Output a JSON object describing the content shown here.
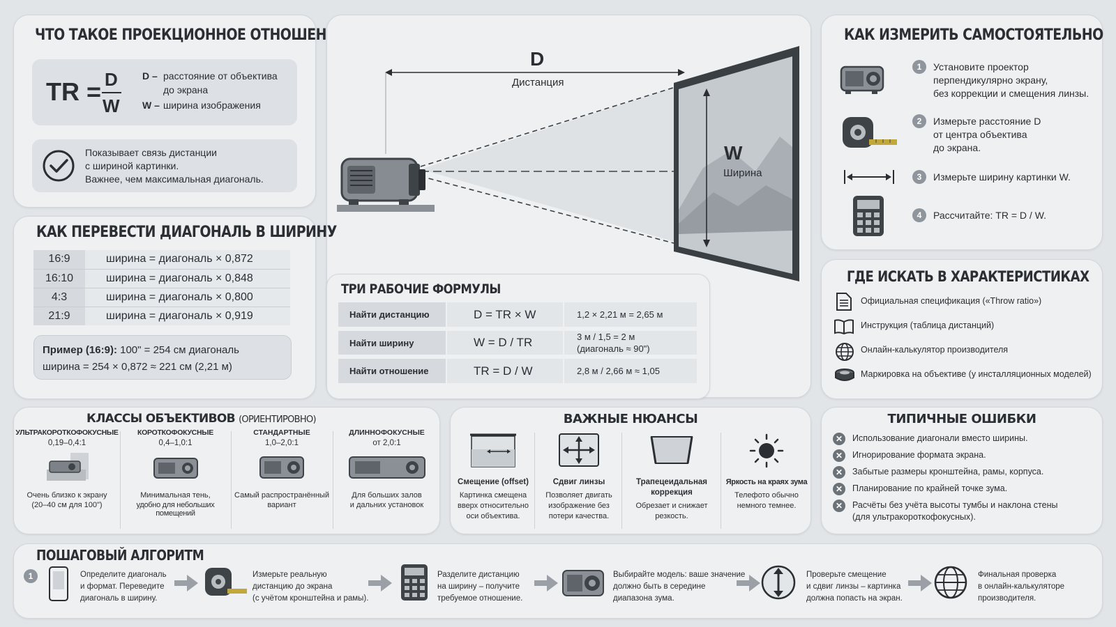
{
  "tr_def": {
    "title": "ЧТО ТАКОЕ ПРОЕКЦИОННОЕ ОТНОШЕНИЕ",
    "formula_lhs": "TR =",
    "formula_num": "D",
    "formula_den": "W",
    "d_def_key": "D –",
    "d_def_text": "расстояние от объектива",
    "d_def_text2": "до экрана",
    "w_def_key": "W –",
    "w_def_text": "ширина изображения",
    "note1": "Показывает связь дистанции",
    "note2": "с шириной картинки.",
    "note3": "Важнее, чем максимальная диагональ."
  },
  "diagram": {
    "d_label": "D",
    "d_caption": "Дистанция",
    "w_label": "W",
    "w_caption": "Ширина"
  },
  "measure": {
    "title": "КАК ИЗМЕРИТЬ САМОСТОЯТЕЛЬНО",
    "steps": [
      {
        "n": "1",
        "l1": "Установите проектор",
        "l2": "перпендикулярно экрану,",
        "l3": "без коррекции и смещения линзы."
      },
      {
        "n": "2",
        "l1": "Измерьте расстояние D",
        "l2": "от центра объектива",
        "l3": "до экрана."
      },
      {
        "n": "3",
        "l1": "Измерьте ширину картинки W.",
        "l2": "",
        "l3": ""
      },
      {
        "n": "4",
        "l1": "Рассчитайте: TR = D / W.",
        "l2": "",
        "l3": ""
      }
    ]
  },
  "diag2width": {
    "title": "КАК ПЕРЕВЕСТИ ДИАГОНАЛЬ В ШИРИНУ",
    "rows": [
      {
        "ratio": "16:9",
        "formula": "ширина = диагональ × 0,872"
      },
      {
        "ratio": "16:10",
        "formula": "ширина = диагональ × 0,848"
      },
      {
        "ratio": "4:3",
        "formula": "ширина = диагональ × 0,800"
      },
      {
        "ratio": "21:9",
        "formula": "ширина = диагональ × 0,919"
      }
    ],
    "example_bold": "Пример (16:9):",
    "example_rest": " 100\" = 254 см диагональ",
    "example_line2": "ширина = 254 × 0,872 ≈ 221 см (2,21 м)"
  },
  "formulas": {
    "title": "ТРИ РАБОЧИЕ ФОРМУЛЫ",
    "rows": [
      {
        "name": "Найти дистанцию",
        "formula": "D = TR × W",
        "example": "1,2 × 2,21 м = 2,65 м",
        "example2": ""
      },
      {
        "name": "Найти ширину",
        "formula": "W = D / TR",
        "example": "3 м / 1,5 = 2 м",
        "example2": "(диагональ ≈ 90\")"
      },
      {
        "name": "Найти отношение",
        "formula": "TR = D / W",
        "example": "2,8 м / 2,66 м ≈ 1,05",
        "example2": ""
      }
    ]
  },
  "where": {
    "title": "ГДЕ ИСКАТЬ В ХАРАКТЕРИСТИКАХ",
    "items": [
      "Официальная спецификация («Throw ratio»)",
      "Инструкция (таблица дистанций)",
      "Онлайн-калькулятор производителя",
      "Маркировка на объективе (у инсталляционных моделей)"
    ]
  },
  "classes": {
    "title": "КЛАССЫ ОБЪЕКТИВОВ",
    "title_note": "(ОРИЕНТИРОВНО)",
    "items": [
      {
        "name": "УЛЬТРАКОРОТКОФОКУСНЫЕ",
        "range": "0,19–0,4:1",
        "d1": "Очень близко к экрану",
        "d2": "(20–40 см для 100\")"
      },
      {
        "name": "КОРОТКОФОКУСНЫЕ",
        "range": "0,4–1,0:1",
        "d1": "Минимальная тень,",
        "d2": "удобно для небольших помещений"
      },
      {
        "name": "СТАНДАРТНЫЕ",
        "range": "1,0–2,0:1",
        "d1": "Самый распространённый",
        "d2": "вариант"
      },
      {
        "name": "ДЛИННОФОКУСНЫЕ",
        "range": "от 2,0:1",
        "d1": "Для больших залов",
        "d2": "и дальних установок"
      }
    ]
  },
  "nuances": {
    "title": "ВАЖНЫЕ НЮАНСЫ",
    "items": [
      {
        "name": "Смещение (offset)",
        "name2": "",
        "d1": "Картинка смещена",
        "d2": "вверх относительно",
        "d3": "оси объектива."
      },
      {
        "name": "Сдвиг линзы",
        "name2": "",
        "d1": "Позволяет двигать",
        "d2": "изображение без",
        "d3": "потери качества."
      },
      {
        "name": "Трапецеидальная",
        "name2": "коррекция",
        "d1": "Обрезает и снижает",
        "d2": "резкость.",
        "d3": ""
      },
      {
        "name": "Яркость на краях зума",
        "name2": "",
        "d1": "Телефото обычно",
        "d2": "немного темнее.",
        "d3": ""
      }
    ]
  },
  "errors": {
    "title": "ТИПИЧНЫЕ ОШИБКИ",
    "items": [
      {
        "l1": "Использование диагонали вместо ширины.",
        "l2": ""
      },
      {
        "l1": "Игнорирование формата экрана.",
        "l2": ""
      },
      {
        "l1": "Забытые размеры кронштейна, рамы, корпуса.",
        "l2": ""
      },
      {
        "l1": "Планирование по крайней точке зума.",
        "l2": ""
      },
      {
        "l1": "Расчёты без учёта высоты тумбы и наклона стены",
        "l2": "(для ультракороткофокусных)."
      }
    ]
  },
  "algorithm": {
    "title": "ПОШАГОВЫЙ АЛГОРИТМ",
    "start_num": "1",
    "steps": [
      {
        "l1": "Определите диагональ",
        "l2": "и формат. Переведите",
        "l3": "диагональ в ширину."
      },
      {
        "l1": "Измерьте реальную",
        "l2": "дистанцию до экрана",
        "l3": "(с учётом кронштейна и рамы)."
      },
      {
        "l1": "Разделите дистанцию",
        "l2": "на ширину – получите",
        "l3": "требуемое отношение."
      },
      {
        "l1": "Выбирайте модель: ваше значение",
        "l2": "должно быть в середине",
        "l3": "диапазона зума."
      },
      {
        "l1": "Проверьте смещение",
        "l2": "и сдвиг линзы – картинка",
        "l3": "должна попасть на экран."
      },
      {
        "l1": "Финальная проверка",
        "l2": "в онлайн-калькуляторе",
        "l3": "производителя."
      }
    ]
  }
}
